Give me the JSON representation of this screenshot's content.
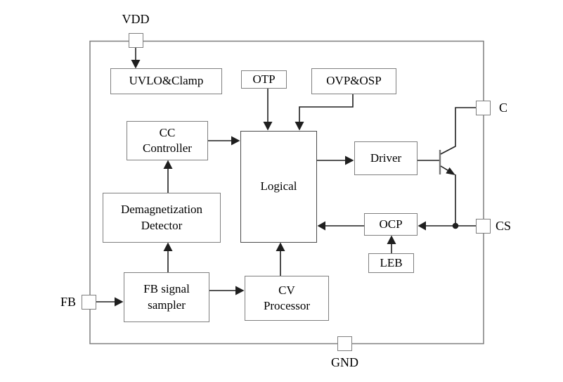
{
  "blocks": {
    "uvlo": {
      "label": "UVLO&Clamp"
    },
    "otp": {
      "label": "OTP"
    },
    "ovp_osp": {
      "label": "OVP&OSP"
    },
    "cc_controller": {
      "label": "CC\nController"
    },
    "demag": {
      "label": "Demagnetization\nDetector"
    },
    "logical": {
      "label": "Logical"
    },
    "driver": {
      "label": "Driver"
    },
    "ocp": {
      "label": "OCP"
    },
    "leb": {
      "label": "LEB"
    },
    "fb_sampler": {
      "label": "FB signal\nsampler"
    },
    "cv_processor": {
      "label": "CV\nProcessor"
    }
  },
  "pins": {
    "vdd": {
      "label": "VDD"
    },
    "c": {
      "label": "C"
    },
    "cs": {
      "label": "CS"
    },
    "fb": {
      "label": "FB"
    },
    "gnd": {
      "label": "GND"
    }
  },
  "symbols": {
    "transistor": "npn-transistor-icon",
    "junction": "junction-dot",
    "pin_square": "pin-square"
  },
  "colors": {
    "box_border": "#7f7f7f",
    "logical_border": "#4a4a4a",
    "wire": "#1f1f1f",
    "background": "#ffffff",
    "text": "#000000"
  }
}
